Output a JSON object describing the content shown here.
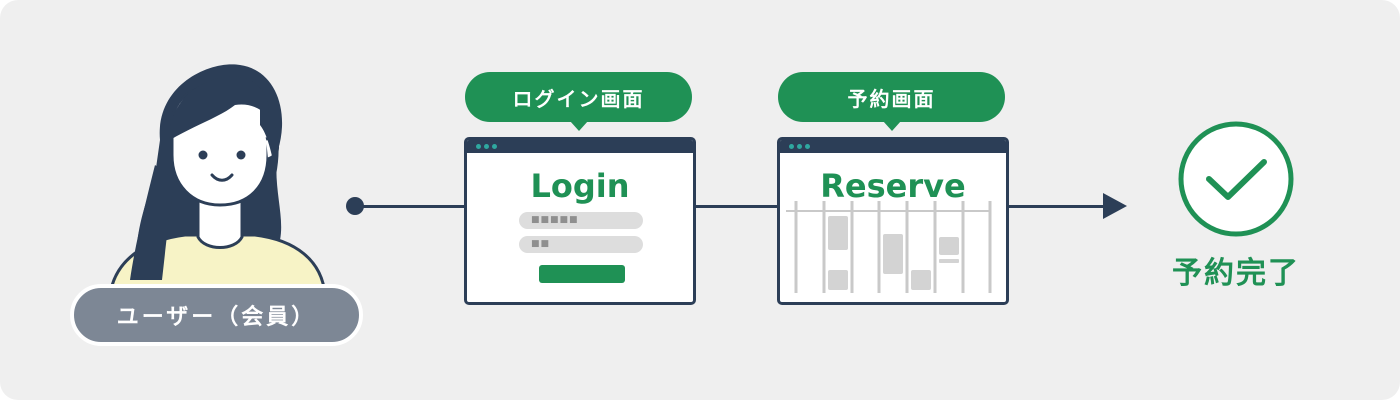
{
  "user": {
    "label": "ユーザー（会員）"
  },
  "steps": [
    {
      "bubble": "ログイン画面",
      "window_title": "Login",
      "username_mask": "■■■■■",
      "password_mask": "■■"
    },
    {
      "bubble": "予約画面",
      "window_title": "Reserve"
    }
  ],
  "result": {
    "label": "予約完了"
  },
  "colors": {
    "background": "#efefef",
    "navy": "#2c3e57",
    "green": "#1f9155",
    "badge_gray": "#7d8795",
    "placeholder_gray": "#dddddd",
    "shirt_yellow": "#f7f3c6"
  }
}
